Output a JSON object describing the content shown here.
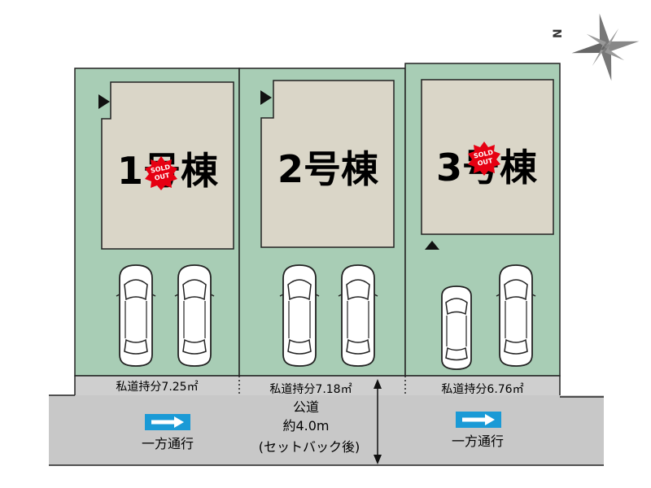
{
  "compass": {
    "north_label": "N"
  },
  "lots": [
    {
      "title": "1号棟",
      "sold_out": true,
      "strip_label": "私道持分7.25㎡"
    },
    {
      "title": "2号棟",
      "sold_out": false,
      "strip_label": "私道持分7.18㎡"
    },
    {
      "title": "3号棟",
      "sold_out": true,
      "strip_label": "私道持分6.76㎡"
    }
  ],
  "sold_badge": {
    "line1": "SOLD",
    "line2": "OUT"
  },
  "road": {
    "name": "公道",
    "width": "約4.0m",
    "note": "(セットバック後)",
    "one_way_left": "一方通行",
    "one_way_right": "一方通行"
  },
  "colors": {
    "lot_green": "#a8cdb5",
    "building": "#dad6c8",
    "road": "#c8c8c8",
    "strip": "#cfcfcf",
    "arrow_blue": "#1a9ad6",
    "sold_red": "#e60012"
  }
}
